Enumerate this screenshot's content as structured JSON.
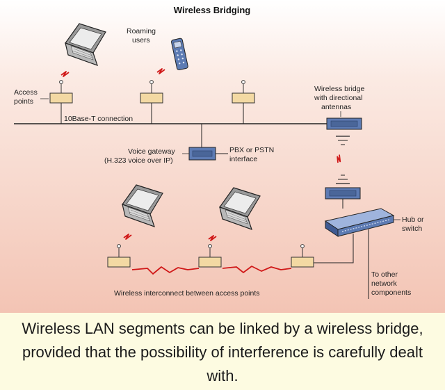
{
  "diagram": {
    "title": "Wireless Bridging",
    "labels": {
      "roaming_users": [
        "Roaming",
        "users"
      ],
      "access_points": [
        "Access",
        "points"
      ],
      "tenbase_t": "10Base-T connection",
      "wireless_bridge": [
        "Wireless bridge",
        "with directional",
        "antennas"
      ],
      "voice_gateway": [
        "Voice gateway",
        "(H.323 voice over IP)"
      ],
      "pbx": [
        "PBX or PSTN",
        "interface"
      ],
      "hub": [
        "Hub or",
        "switch"
      ],
      "other_network": [
        "To other",
        "network",
        "components"
      ],
      "wireless_interconnect": "Wireless interconnect between access points"
    }
  },
  "caption": "Wireless LAN segments can be linked by a wireless bridge, provided that the possibility of interference is carefully dealt with.",
  "colors": {
    "bg_top": "#ffffff",
    "bg_bottom": "#f3c4b4",
    "caption_bg": "#fdfbe1",
    "access_point": "#f3d9a3",
    "device_blue": "#5d7bb3",
    "signal_red": "#d01818"
  }
}
